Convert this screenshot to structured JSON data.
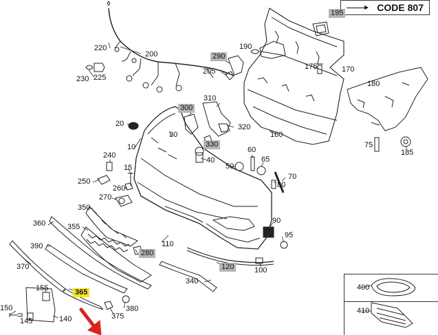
{
  "code_label": "CODE 807",
  "labels": {
    "l195": "195",
    "l190": "190",
    "l175": "175",
    "l170": "170",
    "l180": "180",
    "l220": "220",
    "l200": "200",
    "l230": "230",
    "l225": "225",
    "l290": "290",
    "l205": "205",
    "l310": "310",
    "l300": "300",
    "l320": "320",
    "l20": "20",
    "l30": "30",
    "l330": "330",
    "l10": "10",
    "l160": "160",
    "l60": "60",
    "l65": "65",
    "l75": "75",
    "l185": "185",
    "l240": "240",
    "l40": "40",
    "l50": "50",
    "l70": "70",
    "l15": "15",
    "l250": "250",
    "l260": "260",
    "l80": "80",
    "l270": "270",
    "l350": "350",
    "l360": "360",
    "l355": "355",
    "l90": "90",
    "l95": "95",
    "l390": "390",
    "l280": "280",
    "l110": "110",
    "l370": "370",
    "l120": "120",
    "l100": "100",
    "l340": "340",
    "l155": "155",
    "l365": "365",
    "l150": "150",
    "l145": "145",
    "l140": "140",
    "l375": "375",
    "l380": "380",
    "l400": "400",
    "l410": "410"
  },
  "colors": {
    "highlight_gray": "#b5b5b5",
    "highlight_yellow": "#f5e61a",
    "pointer_arrow": "#e0201b"
  }
}
